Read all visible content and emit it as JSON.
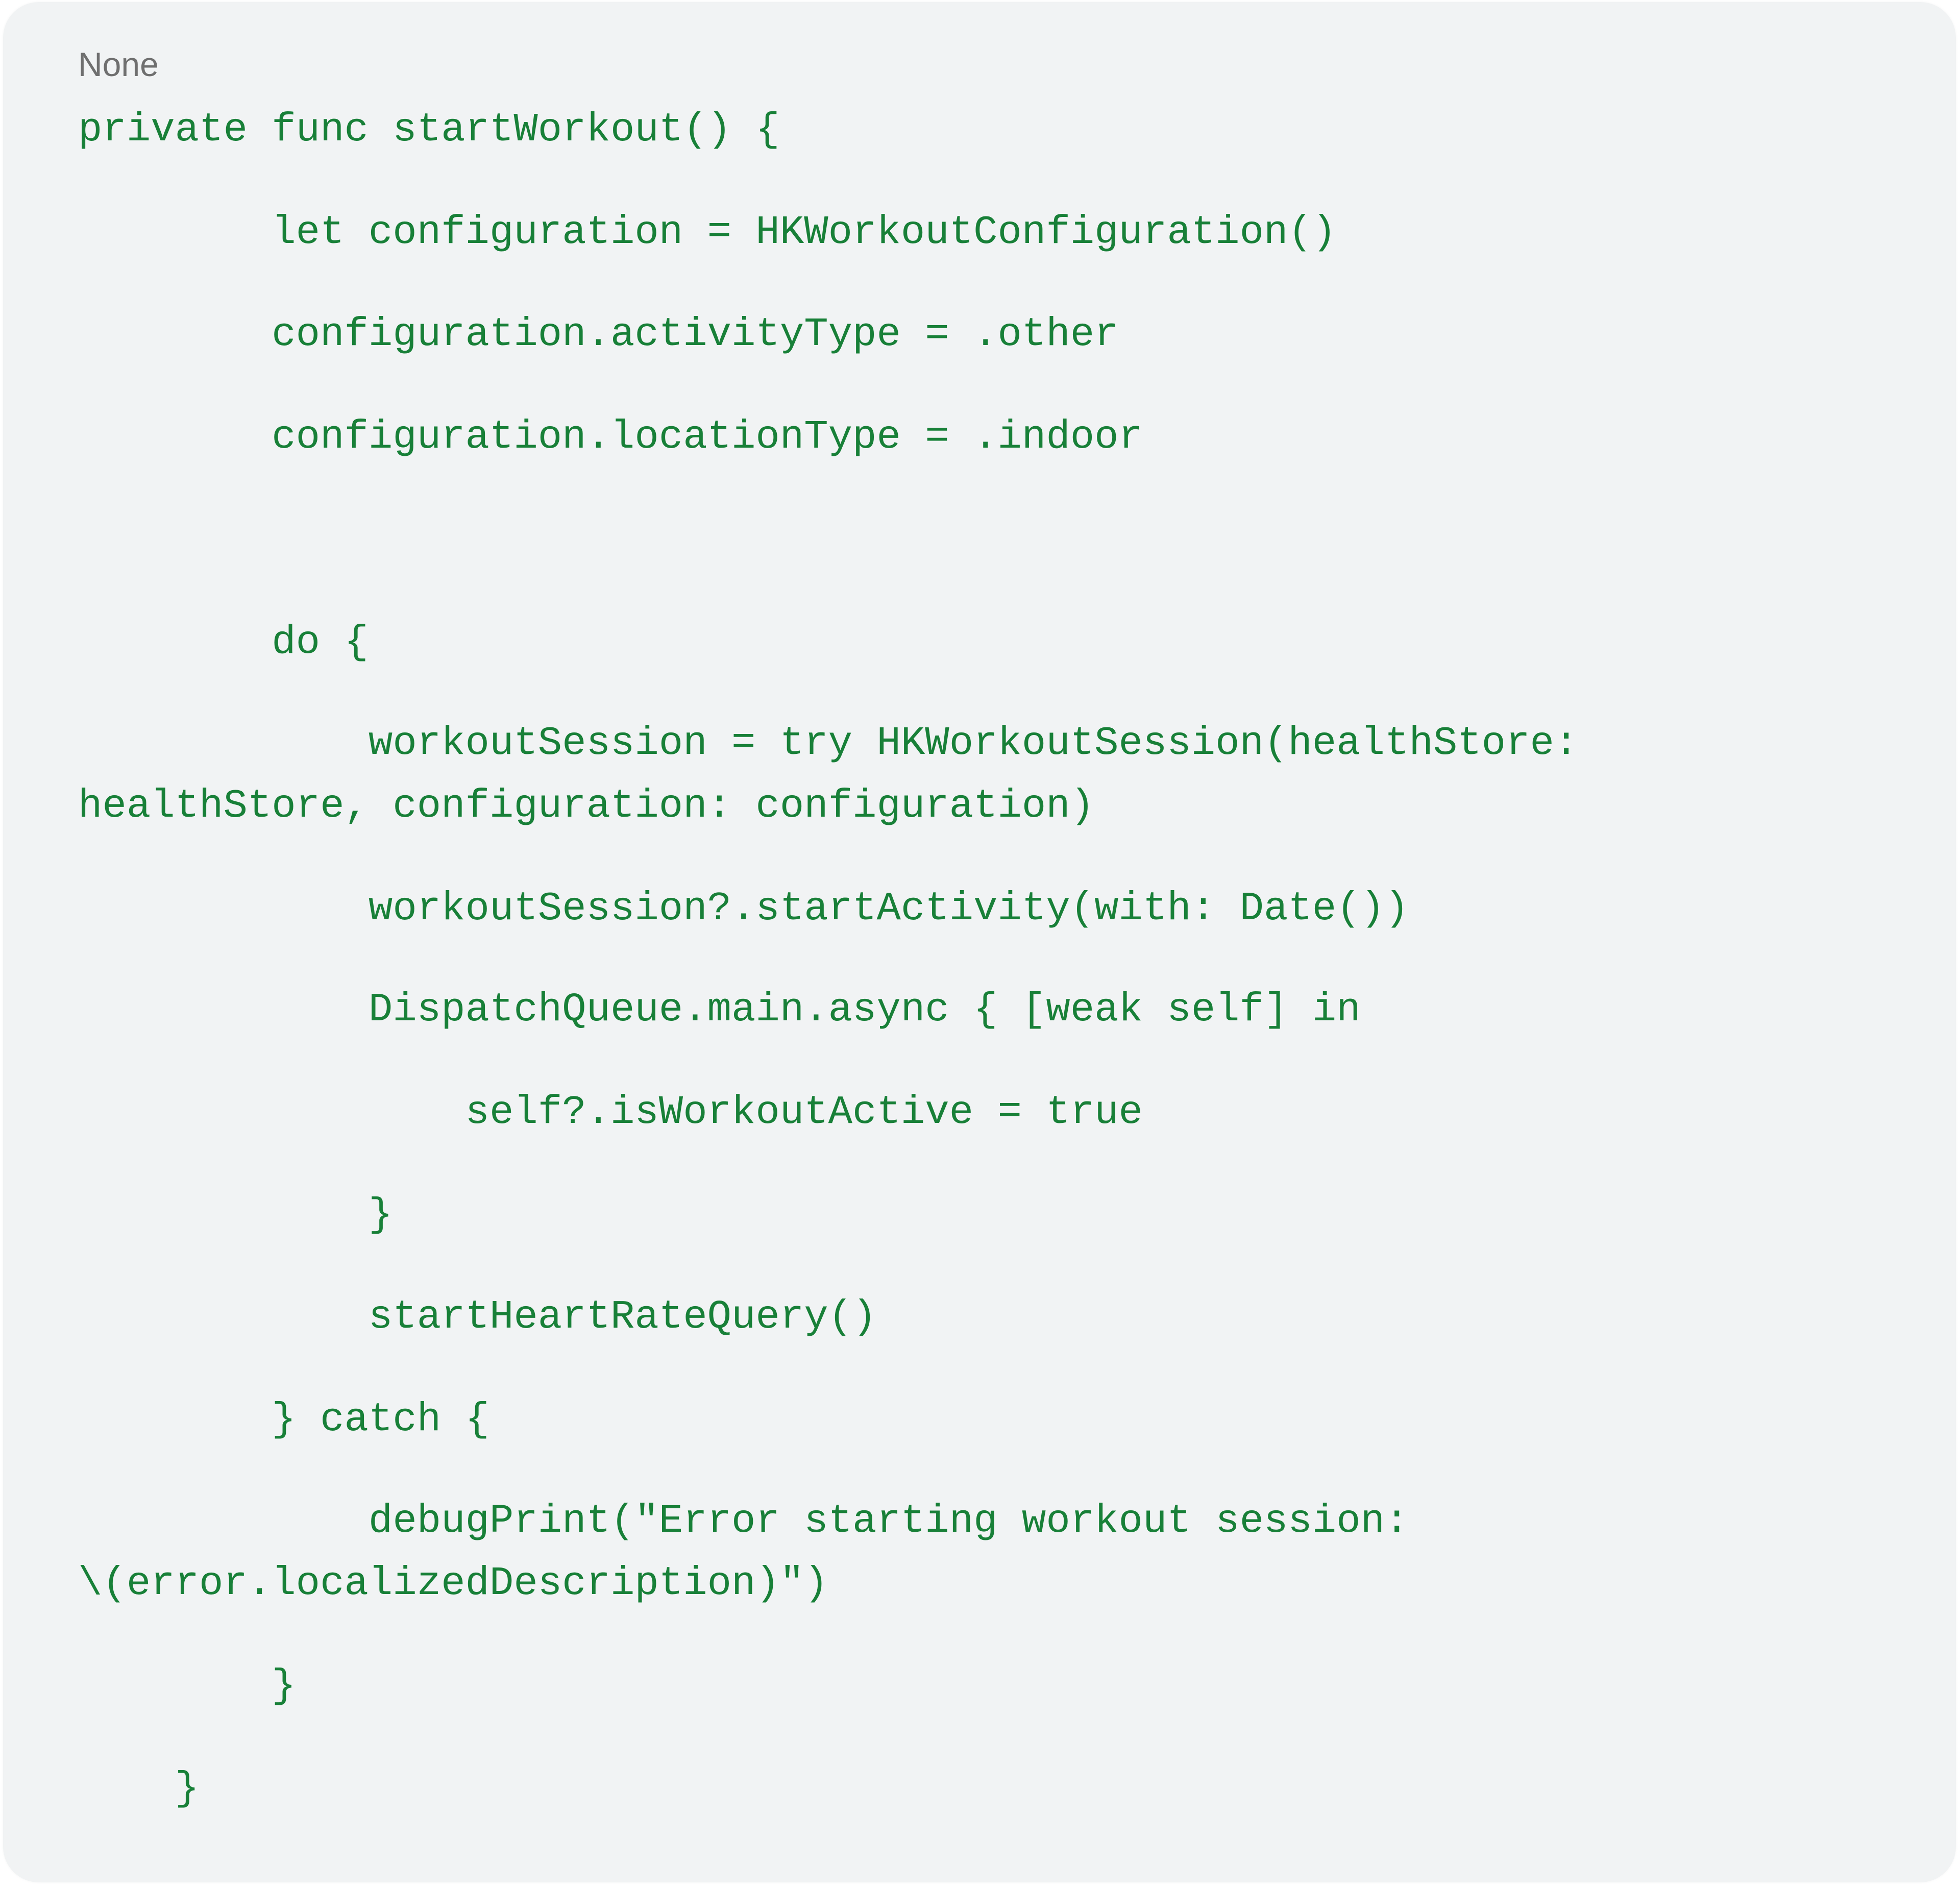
{
  "code_block": {
    "language_label": "None",
    "text_color": "#188038",
    "label_color": "#6f6f6f",
    "background_color": "#f1f3f4",
    "lines": [
      {
        "indent": 0,
        "text": "private func startWorkout() {"
      },
      {
        "indent": 8,
        "text": "let configuration = HKWorkoutConfiguration()"
      },
      {
        "indent": 8,
        "text": "configuration.activityType = .other"
      },
      {
        "indent": 8,
        "text": "configuration.locationType = .indoor"
      },
      {
        "indent": 0,
        "text": ""
      },
      {
        "indent": 8,
        "text": "do {"
      },
      {
        "indent": 12,
        "text": "workoutSession = try HKWorkoutSession(healthStore:"
      },
      {
        "indent": 0,
        "text": "healthStore, configuration: configuration)"
      },
      {
        "indent": 12,
        "text": "workoutSession?.startActivity(with: Date())"
      },
      {
        "indent": 12,
        "text": "DispatchQueue.main.async { [weak self] in"
      },
      {
        "indent": 16,
        "text": "self?.isWorkoutActive = true"
      },
      {
        "indent": 12,
        "text": "}"
      },
      {
        "indent": 12,
        "text": "startHeartRateQuery()"
      },
      {
        "indent": 8,
        "text": "} catch {"
      },
      {
        "indent": 12,
        "text": "debugPrint(\"Error starting workout session:"
      },
      {
        "indent": 0,
        "text": "\\(error.localizedDescription)\")"
      },
      {
        "indent": 8,
        "text": "}"
      },
      {
        "indent": 4,
        "text": "}"
      }
    ]
  }
}
